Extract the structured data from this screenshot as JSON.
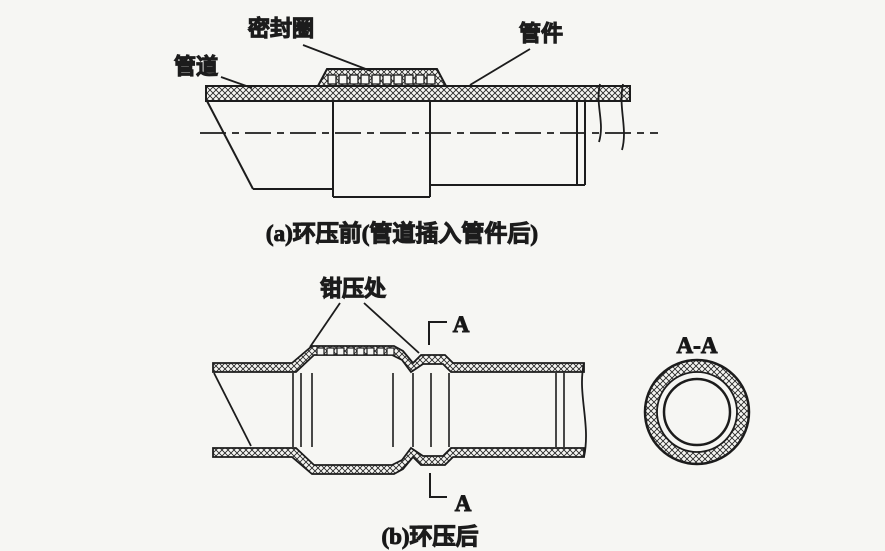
{
  "colors": {
    "background": "#f6f6f3",
    "line": "#1c1c1c"
  },
  "diagram_a": {
    "label_seal_ring": "密封圈",
    "label_fitting": "管件",
    "label_pipe": "管道",
    "caption": "(a)环压前(管道插入管件后)"
  },
  "diagram_b": {
    "label_crimp": "钳压处",
    "section_mark_top": "A",
    "section_mark_bottom": "A",
    "section_view_label": "A-A",
    "caption": "(b)环压后"
  }
}
